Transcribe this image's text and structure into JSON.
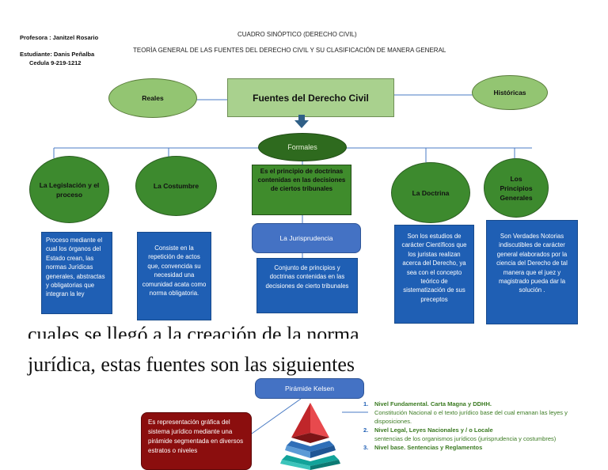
{
  "header": {
    "title": "CUADRO SINÓPTICO (DERECHO CIVIL)",
    "subtitle": "TEORÌA GENERAL DE LAS FUENTES DEL DERECHO CIVIL Y SU CLASIFICACIÓN DE MANERA GENERAL",
    "profesora": "Profesora : Janitzel Rosario",
    "estudiante": "Estudiante: Danis Peñalba",
    "cedula": "Cedula 9-219-1212"
  },
  "nodes": {
    "main": "Fuentes del Derecho Civil",
    "reales": "Reales",
    "historicas": "Históricas",
    "formales": "Formales",
    "legislacion": "La Legislación y el proceso",
    "costumbre": "La Costumbre",
    "jurisprudencia_def": "Es el principio de doctrinas contenidas en las decisiones de ciertos tribunales",
    "doctrina": "La Doctrina",
    "principios": "Los Principios Generales"
  },
  "descriptions": {
    "legislacion": "Proceso mediante el cual los órganos del Estado crean, las normas Jurídicas generales, abstractas y obligatorias que integran la ley",
    "costumbre": "Consiste en la repetición de actos que, convencida su necesidad una comunidad acata como norma obligatoria.",
    "jurisprudencia_label": "La Jurisprudencia",
    "jurisprudencia": "Conjunto de principios y doctrinas contenidas en las decisiones de cierto tribunales",
    "doctrina": "Son los estudios de carácter Científicos que los juristas realizan acerca del Derecho, ya sea con el concepto teórico de sistematización de sus preceptos",
    "principios": "Son Verdades Notorias indiscutibles de carácter general elaborados por la ciencia del Derecho de tal manera que el juez y magistrado pueda dar la solución ."
  },
  "overlay_text": {
    "line1": "cuales se llegó a la creación de la norma",
    "line2": "jurídica, estas fuentes son las siguientes"
  },
  "kelsen": {
    "label": "Pirámide Kelsen",
    "description": "Es representación gráfica del sistema jurídico mediante una pirámide segmentada en diversos estratos o niveles",
    "levels": [
      {
        "num": "1.",
        "title": "Nivel Fundamental. Carta Magna y DDHH.",
        "desc": "Constitución Nacional o el texto jurídico base del cual emanan las leyes y disposiciones."
      },
      {
        "num": "2.",
        "title": "Nivel Legal, Leyes Nacionales y / o Locale",
        "desc": "sentencias de los organismos jurídicos (jurisprudencia y costumbres)"
      },
      {
        "num": "3.",
        "title": "Nivel base.  Sentencias y Reglamentos",
        "desc": ""
      }
    ]
  },
  "colors": {
    "light_green": "#93c572",
    "dark_green": "#3d8a2e",
    "blue": "#1f5fb4",
    "dark_red": "#8b0e0e",
    "level_text": "#3b7b22"
  }
}
